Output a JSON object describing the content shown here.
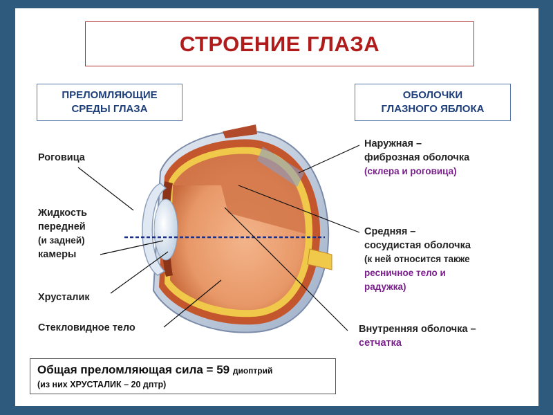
{
  "title": "СТРОЕНИЕ ГЛАЗА",
  "left_header": [
    "ПРЕЛОМЛЯЮЩИЕ",
    "СРЕДЫ ГЛАЗА"
  ],
  "right_header": [
    "ОБОЛОЧКИ",
    "ГЛАЗНОГО ЯБЛОКА"
  ],
  "labels": {
    "cornea": "Роговица",
    "fluid": [
      "Жидкость",
      "передней",
      "(и задней)",
      "камеры"
    ],
    "lens": "Хрусталик",
    "vitreous": "Стекловидное тело",
    "outer": [
      "Наружная –",
      "фиброзная оболочка",
      "(склера и роговица)"
    ],
    "middle": [
      "Средняя –",
      "сосудистая оболочка",
      "(к ней относится также",
      "ресничное тело и",
      "радужка)"
    ],
    "inner": [
      "Внутренняя оболочка –",
      "сетчатка"
    ]
  },
  "bottom": {
    "line1_main": "Общая преломляющая сила = 59",
    "line1_unit": "диоптрий",
    "line2": "(из них ХРУСТАЛИК – 20 дптр)"
  },
  "colors": {
    "title_red": "#b01c1c",
    "header_blue": "#1f3f7a",
    "accent_purple": "#7a1f8c",
    "background": "#2d5a7d"
  }
}
